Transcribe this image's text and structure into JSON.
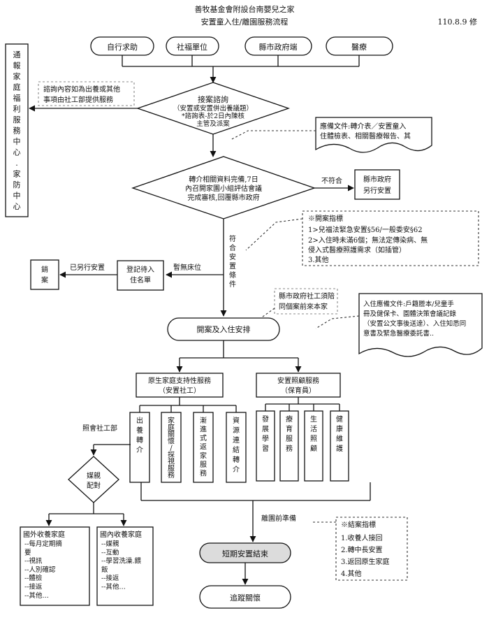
{
  "header": {
    "title": "善牧基金會附設台南嬰兒之家",
    "subtitle": "安置童入住/離園服務流程",
    "revision": "110.8.9 修"
  },
  "sources": [
    "自行求助",
    "社福單位",
    "縣市政府端",
    "醫療"
  ],
  "side_notify": [
    "通",
    "報",
    "家",
    "庭",
    "福",
    "利",
    "服",
    "務",
    "中",
    "心",
    ".",
    "家",
    "防",
    "中",
    "心"
  ],
  "inquiry_note": [
    "諮詢內容如為出養或其他",
    "事項由社工部提供服務"
  ],
  "intake": {
    "title": "接案諮詢",
    "sub": "（安置或安置併出養議題）",
    "red1": "*諮詢表-於2日內陳核",
    "red2": "主管及派案"
  },
  "docs_required": [
    "應備文件:轉介表／安置童入",
    "住體檢表、相關醫療報告、其"
  ],
  "assessment": [
    "轉介相關資料完備,7日",
    "內召開家園小組評估會議",
    "完成審核,回覆縣市政府"
  ],
  "not_match_label": "不符合",
  "county_other": [
    "縣市政府",
    "另行安置"
  ],
  "criteria": {
    "title": "※開案指標",
    "lines": [
      "1>兒福法緊急安置§56/一般委安§62",
      "2>入住時未滿6個；無法定傳染病、無",
      "侵入式醫療照護需求（如插管）"
    ],
    "other": "3.其他"
  },
  "match_label": [
    "符",
    "合",
    "安",
    "置",
    "條",
    "件"
  ],
  "no_bed_label": "暫無床位",
  "waitlist": [
    "登記待入",
    "住名單"
  ],
  "placed_elsewhere_label": "已另行安置",
  "close_case": [
    "銷",
    "案"
  ],
  "social_worker_note": [
    "縣市政府社工須陪",
    "同個案前來本家"
  ],
  "admission_docs": [
    "入住應備文件:戶籍謄本/兒童手",
    "冊及健保卡、園體決策會議記錄",
    "（安置公文事後送達）、入住知悉同",
    "意書及緊急醫療委託書.."
  ],
  "open_case": "開案及入住安排",
  "family_service": [
    "原生家庭支持性服務",
    "（安置社工）"
  ],
  "care_service": [
    "安置照顧服務",
    "（保育員）"
  ],
  "family_items": [
    [
      "出",
      "養",
      "轉",
      "介"
    ],
    [
      "家",
      "庭",
      "關",
      "懷",
      "/",
      "探",
      "視",
      "服",
      "務"
    ],
    [
      "漸",
      "進",
      "式",
      "返",
      "家",
      "服",
      "務"
    ],
    [
      "資",
      "源",
      "連",
      "結",
      "轉",
      "介"
    ]
  ],
  "care_items": [
    [
      "發",
      "展",
      "學",
      "習"
    ],
    [
      "療",
      "育",
      "服",
      "務"
    ],
    [
      "生",
      "活",
      "照",
      "顧"
    ],
    [
      "健",
      "康",
      "維",
      "護"
    ]
  ],
  "refer_social": "照會社工部",
  "matching": [
    "媒親",
    "配對"
  ],
  "foreign_adoption": {
    "title": "國外收養家庭",
    "items": [
      "--每月定期摘",
      "要",
      "--視訊",
      "--人別確認",
      "--體檢",
      "--接返",
      "--其他…"
    ]
  },
  "domestic_adoption": {
    "title": "國內收養家庭",
    "items": [
      "--媒親",
      "--互動",
      "--學習洗澡.餵",
      "  飯",
      "--接返",
      "--其他…"
    ]
  },
  "leave_prep": "離園前準備",
  "closure_criteria": {
    "title": "※結案指標",
    "items": [
      "1.收養人接回",
      "2.轉中長安置",
      "3.返回原生家庭",
      "4.其他"
    ]
  },
  "short_term_end": "短期安置結束",
  "followup": "追蹤關懷",
  "colors": {
    "red": "#e0201e",
    "purple": "#6a2f9a",
    "highlight": "#dcdcdc"
  }
}
